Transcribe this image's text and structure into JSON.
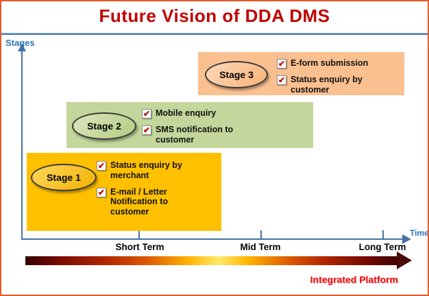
{
  "title": "Future Vision of DDA DMS",
  "axes": {
    "y_label": "Stages",
    "x_label": "Time",
    "tick_labels": [
      "Short Term",
      "Mid Term",
      "Long Term"
    ]
  },
  "stages": [
    {
      "label": "Stage 1",
      "items": [
        "Status enquiry by merchant",
        "E-mail / Letter Notification to customer"
      ]
    },
    {
      "label": "Stage 2",
      "items": [
        "Mobile enquiry",
        "SMS notification to customer"
      ]
    },
    {
      "label": "Stage 3",
      "items": [
        "E-form submission",
        "Status enquiry by customer"
      ]
    }
  ],
  "footer": {
    "platform_label": "Integrated Platform"
  },
  "icons": {
    "checkbox": "✔"
  },
  "colors": {
    "title": "#C00000",
    "axis": "#4472A8",
    "stage1_fill": "#FFC000",
    "stage2_fill": "#C3D69B",
    "stage3_fill": "#FAC090",
    "check": "#C00000",
    "platform_text": "#FF0000",
    "slide_border": "#E3582A"
  }
}
